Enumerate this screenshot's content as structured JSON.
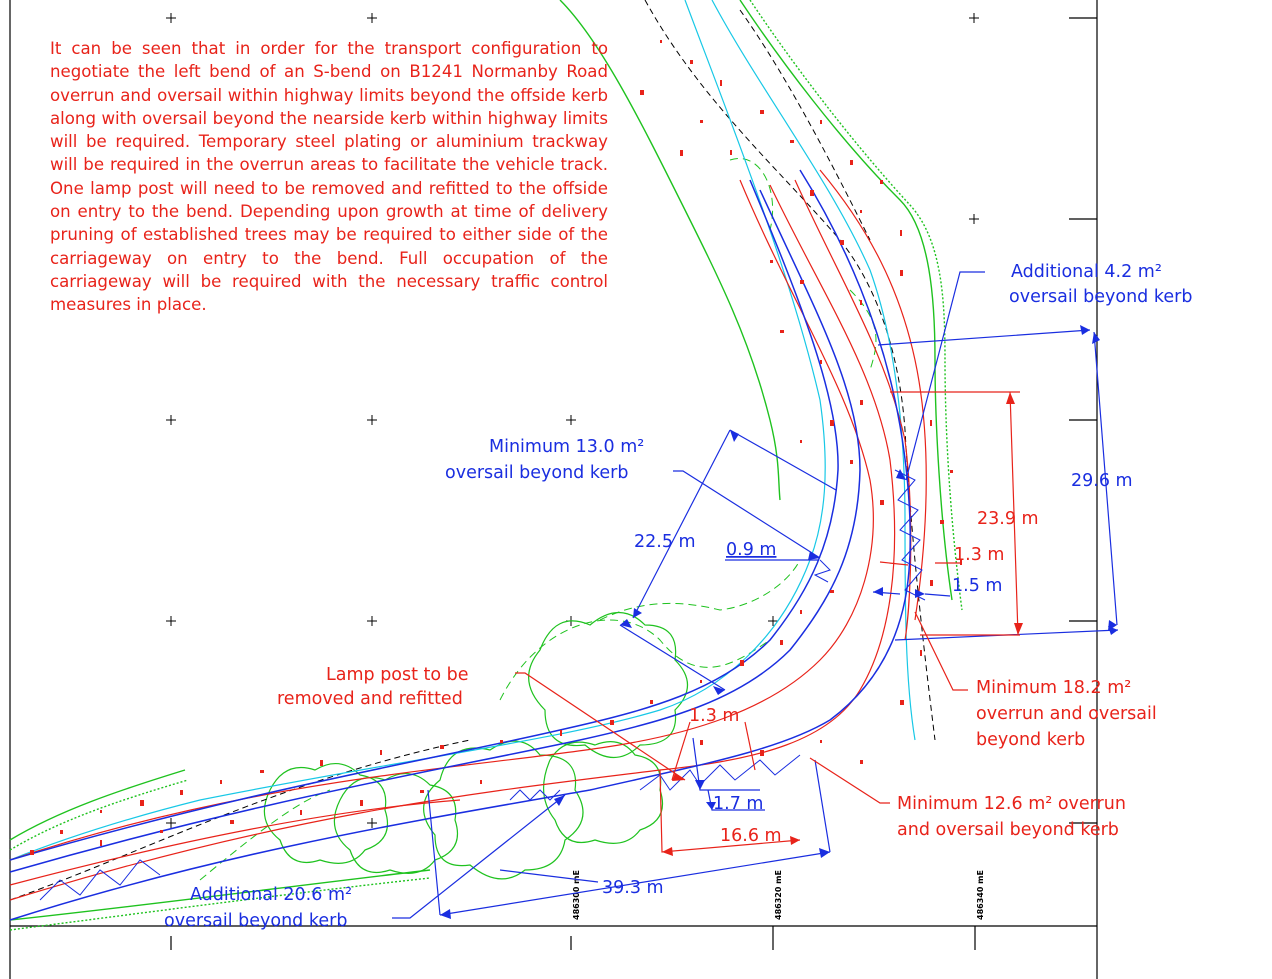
{
  "note": "It can be seen that in order for the transport configuration to negotiate the left bend of an S-bend on B1241 Normanby Road overrun and oversail within highway limits beyond the offside kerb along with oversail beyond the nearside kerb within highway limits will be required. Temporary steel plating or aluminium trackway will be required in the overrun areas to facilitate the vehicle track. One lamp post will need to be removed and refitted to the offside on entry to the bend. Depending upon growth at time of delivery pruning of established trees may be required to either side of the carriageway on entry to the bend. Full occupation of the carriageway will be required with the necessary traffic control measures in place.",
  "callouts": {
    "additional_4_2": [
      "Additional 4.2 m²",
      "oversail beyond kerb"
    ],
    "minimum_13_0": [
      "Minimum 13.0 m²",
      "oversail beyond kerb"
    ],
    "lamp_post": [
      "Lamp post to be",
      "removed and refitted"
    ],
    "minimum_18_2": [
      "Minimum 18.2 m²",
      "overrun and oversail",
      "beyond kerb"
    ],
    "minimum_12_6": [
      "Minimum 12.6 m² overrun",
      "and oversail beyond kerb"
    ],
    "additional_20_6": [
      "Additional 20.6 m²",
      "oversail beyond kerb"
    ]
  },
  "dimensions": {
    "d_29_6": "29.6 m",
    "d_23_9": "23.9 m",
    "d_22_5": "22.5 m",
    "d_0_9": "0.9 m",
    "d_1_3_right": "1.3 m",
    "d_1_5": "1.5 m",
    "d_1_3_bottom": "1.3 m",
    "d_1_7": "1.7 m",
    "d_16_6": "16.6 m",
    "d_39_3": "39.3 m"
  },
  "grid_labels": [
    "486300 mE",
    "486320 mE",
    "486340 mE"
  ],
  "colors": {
    "red": "#e8231a",
    "blue": "#1a2ee0",
    "green": "#1fc21f",
    "cyan": "#18c8e6",
    "frame": "#000000"
  }
}
